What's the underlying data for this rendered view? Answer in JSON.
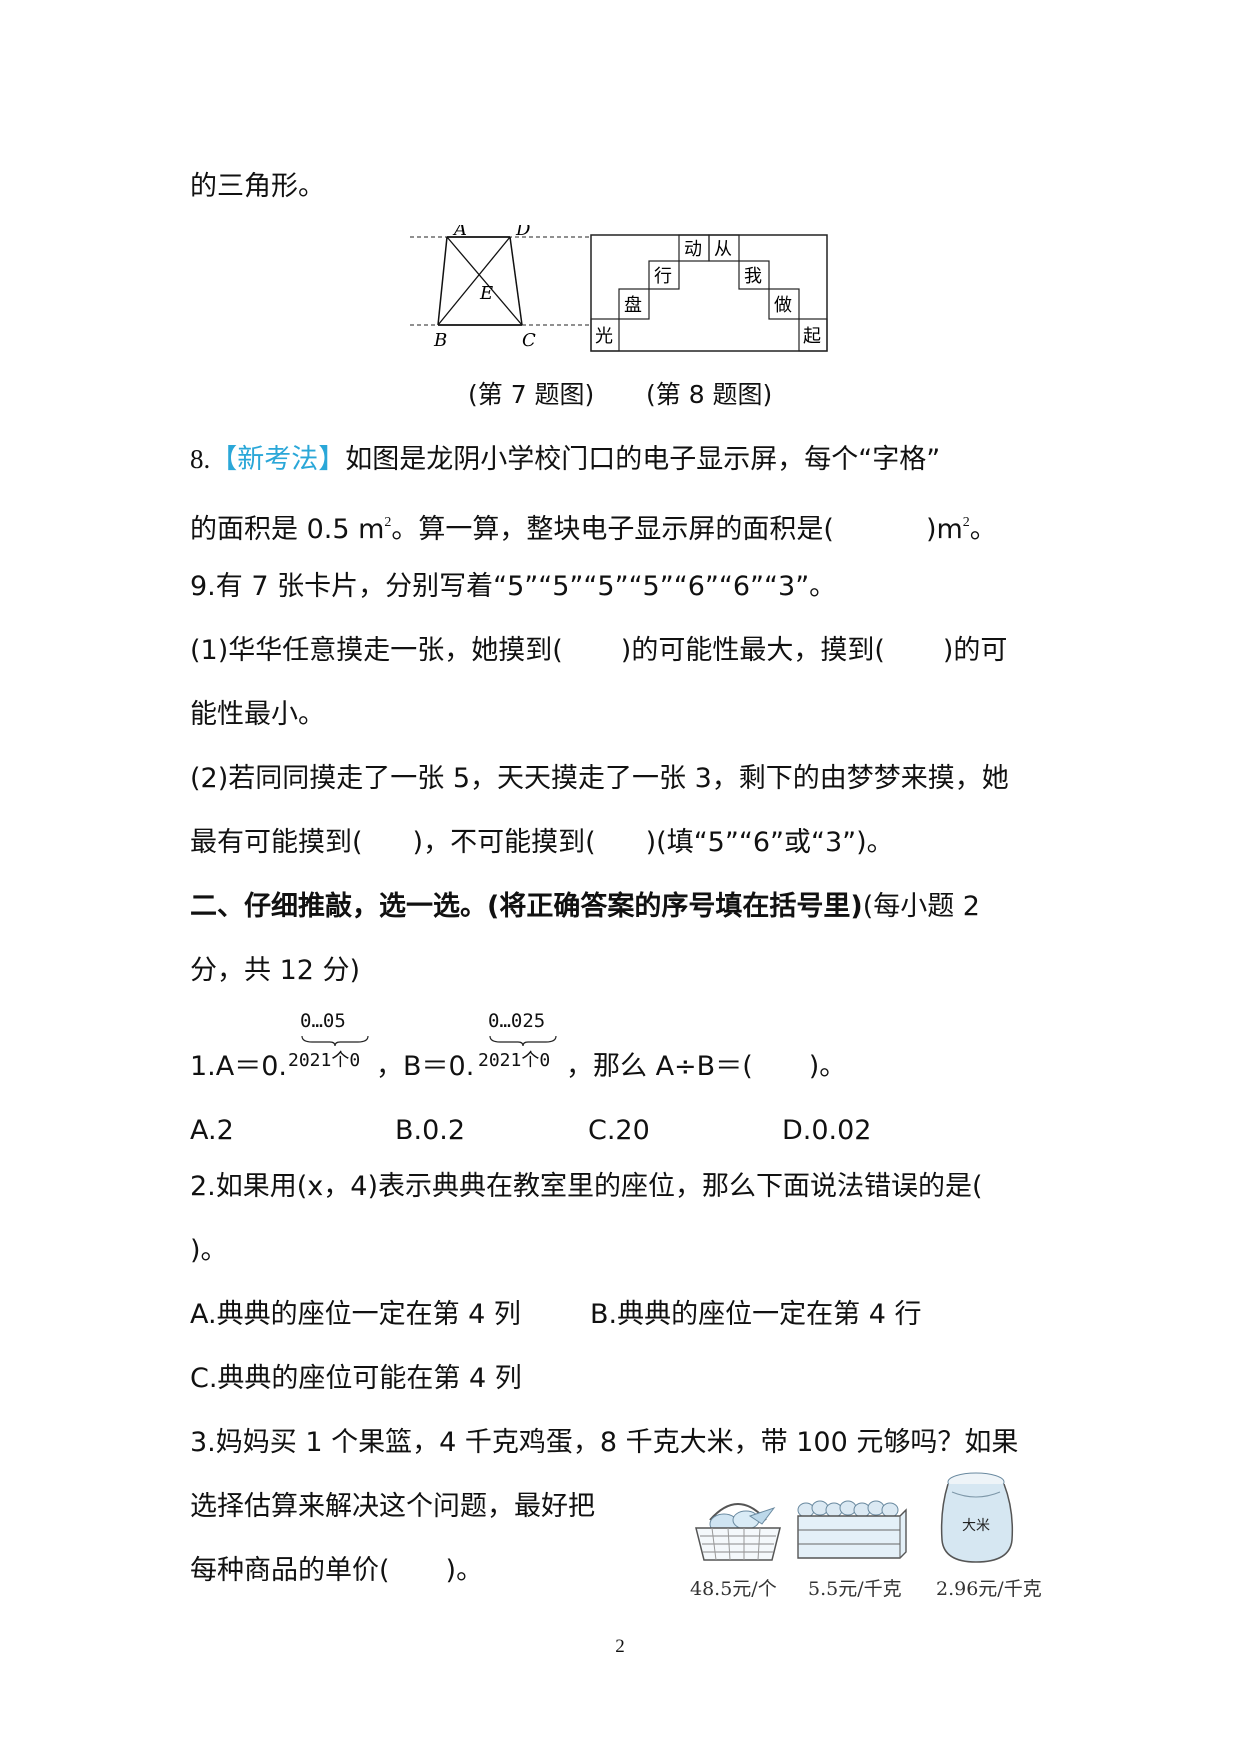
{
  "line_top": "的三角形。",
  "figure7": {
    "labels": {
      "A": "A",
      "D": "D",
      "E": "E",
      "B": "B",
      "C": "C"
    }
  },
  "figure8": {
    "chars": [
      "动",
      "从",
      "行",
      "我",
      "盘",
      "做",
      "光",
      "起"
    ]
  },
  "captions": {
    "fig7": "(第 7 题图)",
    "fig8": "(第 8 题图)"
  },
  "q8": {
    "num": "8.",
    "tag": "【新考法】",
    "line1": "如图是龙阴小学校门口的电子显示屏，每个“字格”",
    "line2a": "的面积是 0.5 m",
    "sup": "2",
    "line2b": "。算一算，整块电子显示屏的面积是(",
    "line2c": ")m",
    "sup2": "2",
    "line2d": "。"
  },
  "q9": {
    "line1": "9.有 7 张卡片，分别写着“5”“5”“5”“5”“6”“6”“3”。",
    "p1a": "(1)华华任意摸走一张，她摸到(",
    "p1b": ")的可能性最大，摸到(",
    "p1c": ")的可",
    "p1d": "能性最小。",
    "p2a": "(2)若同同摸走了一张 5，天天摸走了一张 3，剩下的由梦梦来摸，她",
    "p2b": "最有可能摸到(",
    "p2c": ")，不可能摸到(",
    "p2d": ")(填“5”“6”或“3”)。"
  },
  "section2": {
    "title_bold": "二、仔细推敲，选一选。(将正确答案的序号填在括号里)",
    "title_rest": "(每小题 2",
    "title_line2": "分，共 12 分)"
  },
  "mc1": {
    "A_top": "0…05",
    "A_bottom": "2021个0",
    "B_top": "0…025",
    "B_bottom": "2021个0",
    "stem_a": "1.A＝0.",
    "stem_b": "，B＝0.",
    "stem_c": "，那么 A÷B＝(",
    "stem_d": ")。",
    "options": [
      "A.2",
      "B.0.2",
      "C.20",
      "D.0.02"
    ]
  },
  "mc2": {
    "line1": "2.如果用(x，4)表示典典在教室里的座位，那么下面说法错误的是(",
    "line2": ")。",
    "optA": "A.典典的座位一定在第 4 列",
    "optB": "B.典典的座位一定在第 4 行",
    "optC": "C.典典的座位可能在第 4 列"
  },
  "mc3": {
    "line1": "3.妈妈买 1 个果篮，4 千克鸡蛋，8 千克大米，带 100 元够吗？如果",
    "line2": "选择估算来解决这个问题，最好把",
    "line3a": "每种商品的单价(",
    "line3b": ")。",
    "rice_label": "大米",
    "prices": [
      "48.5元/个",
      "5.5元/千克",
      "2.96元/千克"
    ]
  },
  "page_number": "2"
}
